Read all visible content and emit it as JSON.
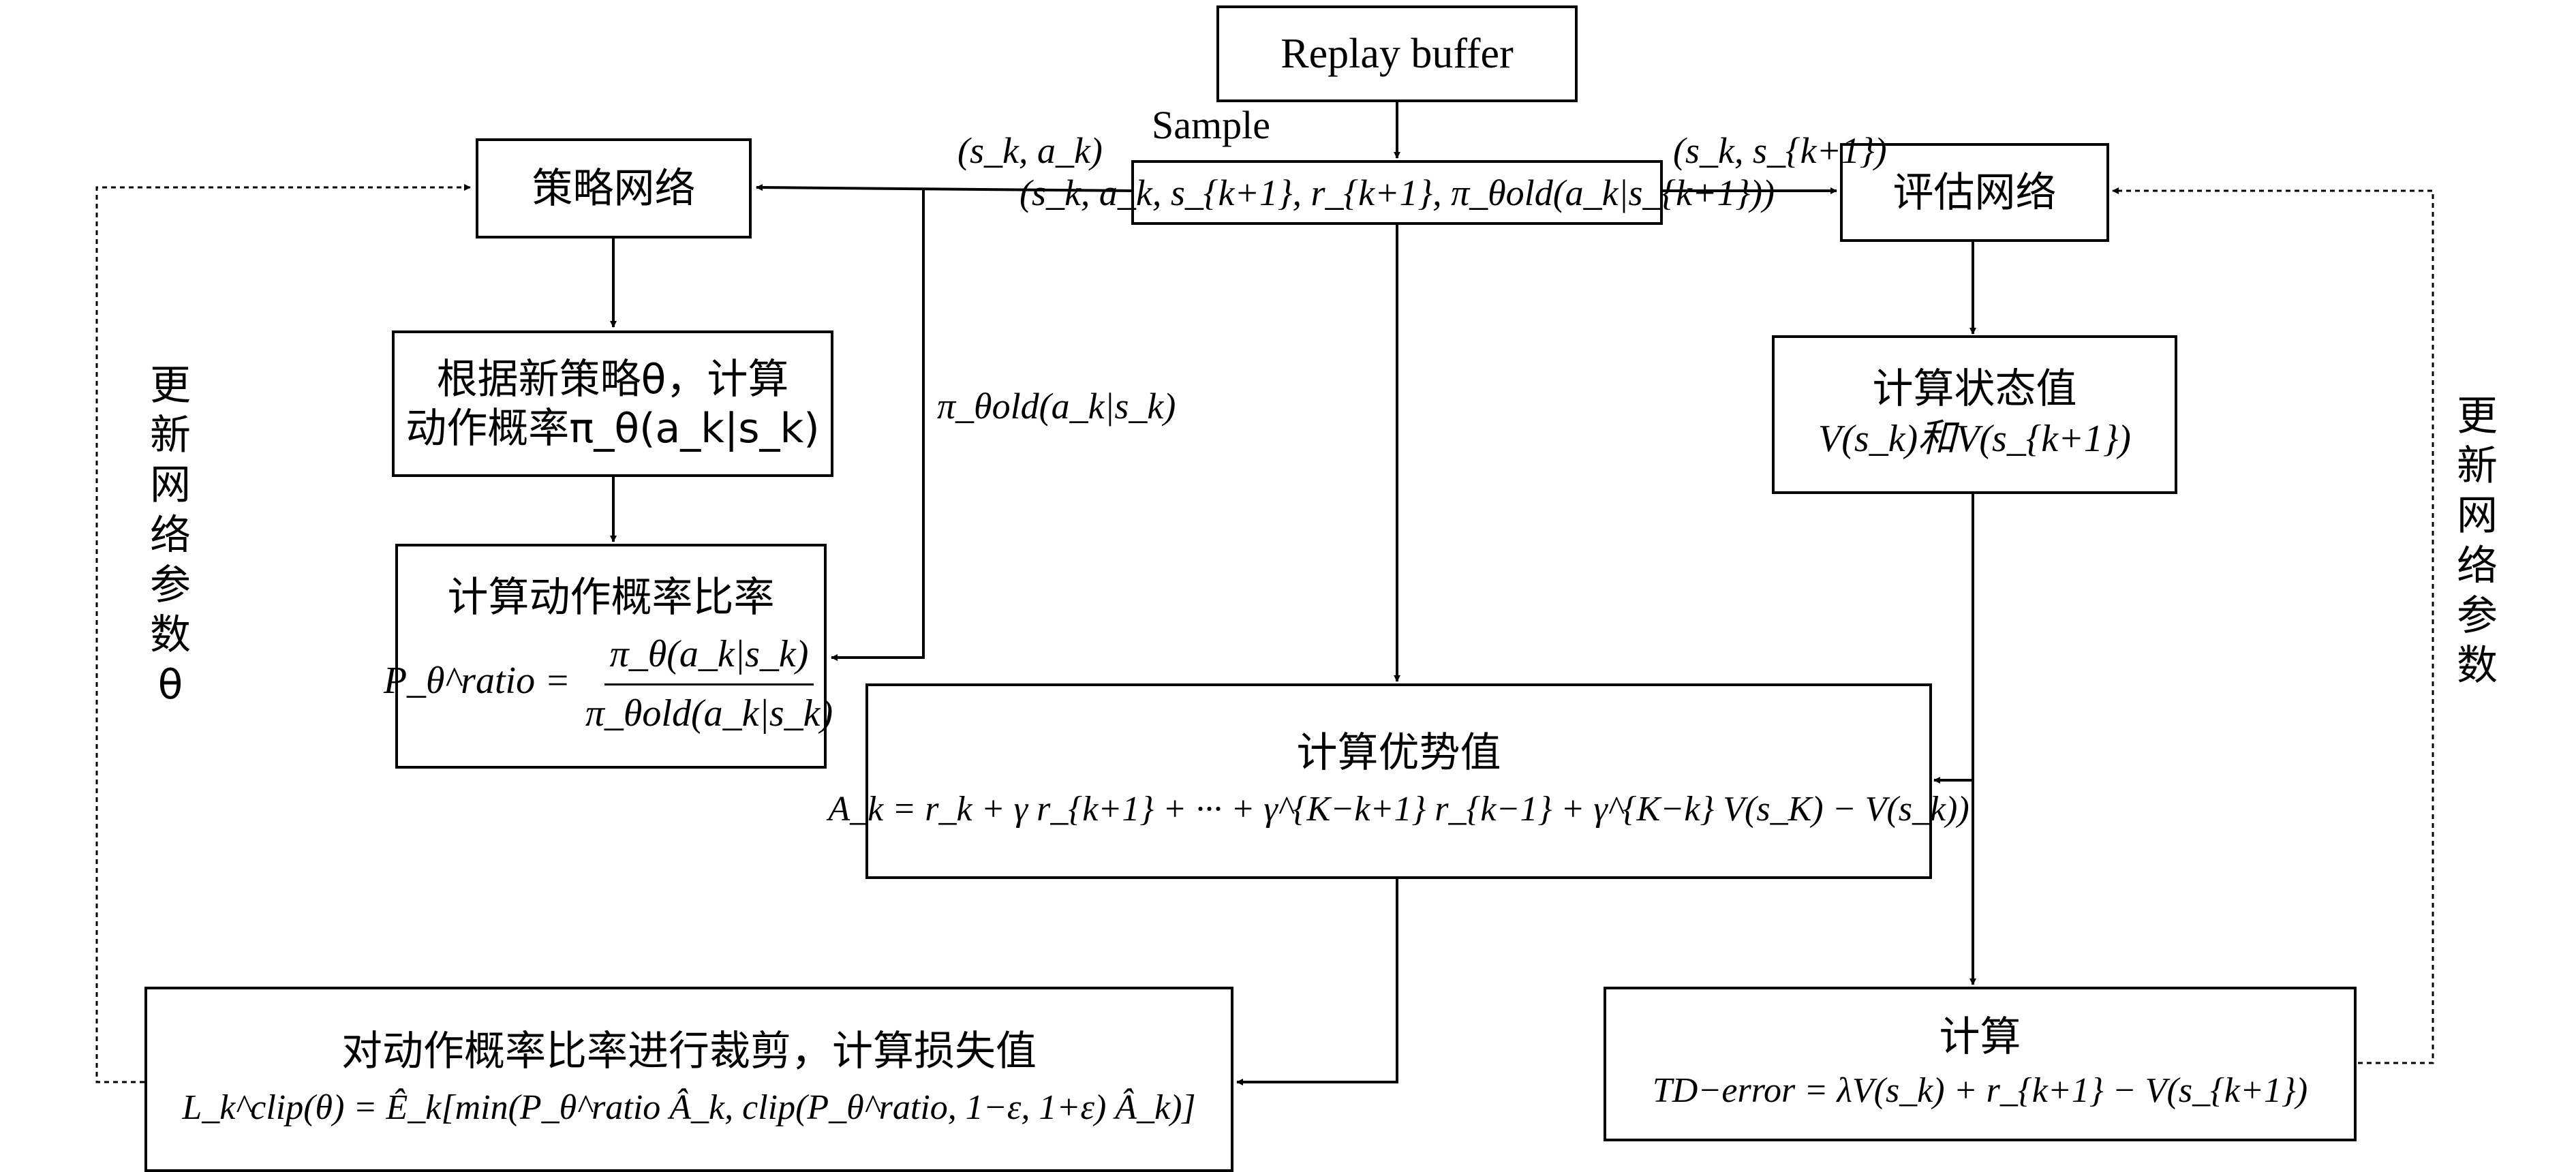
{
  "nodes": {
    "replay_buffer": "Replay buffer",
    "sample_tuple": "(s_k, a_k, s_{k+1}, r_{k+1}, π_θold(a_k|s_{k+1}))",
    "policy_net": "策略网络",
    "value_net": "评估网络",
    "new_prob_title": "根据新策略θ，计算",
    "new_prob_expr": "动作概率π_θ(a_k|s_k)",
    "ratio_title": "计算动作概率比率",
    "ratio_lhs": "P_θ^ratio =",
    "ratio_num": "π_θ(a_k|s_k)",
    "ratio_den": "π_θold(a_k|s_k)",
    "state_value_title": "计算状态值",
    "state_value_expr": "V(s_k)和V(s_{k+1})",
    "advantage_title": "计算优势值",
    "advantage_expr": "A_k = r_k + γ r_{k+1} + ··· + γ^{K−k+1} r_{k−1} + γ^{K−k} V(s_K) − V(s_k))",
    "loss_title": "对动作概率比率进行裁剪，计算损失值",
    "loss_expr": "L_k^clip(θ) = Ê_k[min(P_θ^ratio Â_k, clip(P_θ^ratio, 1−ε, 1+ε) Â_k)]",
    "td_title": "计算",
    "td_expr": "TD−error = λV(s_k) + r_{k+1} − V(s_{k+1})"
  },
  "labels": {
    "sample": "Sample",
    "to_policy": "(s_k, a_k)",
    "to_value": "(s_k, s_{k+1})",
    "pi_old": "π_θold(a_k|s_k)",
    "update_left": "更新网络参数θ",
    "update_right": "更新网络参数"
  }
}
